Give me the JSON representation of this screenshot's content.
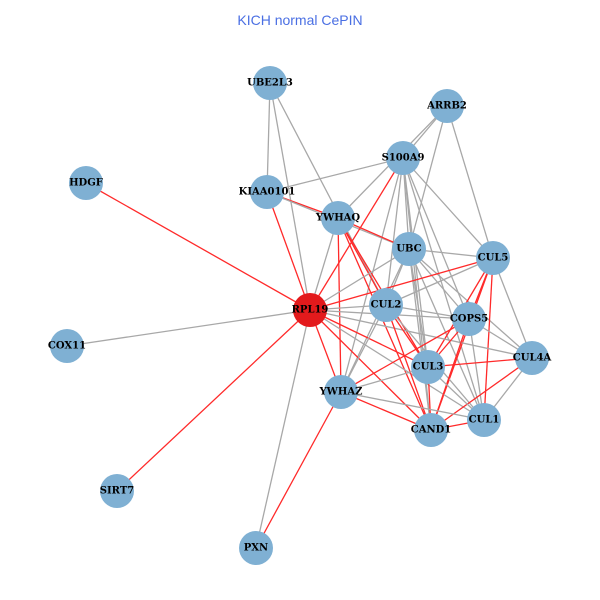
{
  "title": "KICH normal CePIN",
  "colors": {
    "node": "#7fb0d3",
    "hub": "#e31a1c",
    "edge_gray": "#a8a8a8",
    "edge_red": "#ff2a2a"
  },
  "hub": "RPL19",
  "nodes": [
    "UBE2L3",
    "ARRB2",
    "S100A9",
    "KIAA0101",
    "YWHAQ",
    "UBC",
    "CUL5",
    "RPL19",
    "CUL2",
    "COPS5",
    "CUL4A",
    "CUL3",
    "YWHAZ",
    "CUL1",
    "CAND1",
    "HDGF",
    "COX11",
    "SIRT7",
    "PXN"
  ],
  "edges": [
    [
      "UBE2L3",
      "KIAA0101",
      "gray"
    ],
    [
      "UBE2L3",
      "RPL19",
      "gray"
    ],
    [
      "UBE2L3",
      "CUL2",
      "gray"
    ],
    [
      "KIAA0101",
      "S100A9",
      "gray"
    ],
    [
      "KIAA0101",
      "YWHAQ",
      "red"
    ],
    [
      "KIAA0101",
      "UBC",
      "gray"
    ],
    [
      "KIAA0101",
      "RPL19",
      "red"
    ],
    [
      "ARRB2",
      "S100A9",
      "gray"
    ],
    [
      "ARRB2",
      "UBC",
      "gray"
    ],
    [
      "ARRB2",
      "CUL5",
      "gray"
    ],
    [
      "ARRB2",
      "YWHAQ",
      "gray"
    ],
    [
      "S100A9",
      "RPL19",
      "red"
    ],
    [
      "S100A9",
      "YWHAZ",
      "gray"
    ],
    [
      "S100A9",
      "UBC",
      "gray"
    ],
    [
      "S100A9",
      "CUL3",
      "gray"
    ],
    [
      "S100A9",
      "COPS5",
      "gray"
    ],
    [
      "S100A9",
      "CUL5",
      "gray"
    ],
    [
      "S100A9",
      "CUL2",
      "gray"
    ],
    [
      "S100A9",
      "CAND1",
      "gray"
    ],
    [
      "S100A9",
      "CUL1",
      "gray"
    ],
    [
      "YWHAQ",
      "UBC",
      "red"
    ],
    [
      "YWHAQ",
      "CUL2",
      "red"
    ],
    [
      "YWHAQ",
      "CAND1",
      "red"
    ],
    [
      "YWHAQ",
      "YWHAZ",
      "red"
    ],
    [
      "YWHAQ",
      "RPL19",
      "gray"
    ],
    [
      "YWHAQ",
      "CUL3",
      "red"
    ],
    [
      "UBC",
      "CUL5",
      "gray"
    ],
    [
      "UBC",
      "RPL19",
      "gray"
    ],
    [
      "UBC",
      "CUL2",
      "gray"
    ],
    [
      "UBC",
      "COPS5",
      "gray"
    ],
    [
      "UBC",
      "CUL3",
      "gray"
    ],
    [
      "UBC",
      "CUL1",
      "gray"
    ],
    [
      "UBC",
      "CAND1",
      "gray"
    ],
    [
      "UBC",
      "CUL4A",
      "gray"
    ],
    [
      "UBC",
      "YWHAZ",
      "gray"
    ],
    [
      "CUL5",
      "RPL19",
      "red"
    ],
    [
      "CUL5",
      "COPS5",
      "red"
    ],
    [
      "CUL5",
      "CUL3",
      "red"
    ],
    [
      "CUL5",
      "CUL1",
      "red"
    ],
    [
      "CUL5",
      "CUL4A",
      "gray"
    ],
    [
      "CUL5",
      "CAND1",
      "red"
    ],
    [
      "CUL5",
      "CUL2",
      "gray"
    ],
    [
      "RPL19",
      "CUL2",
      "gray"
    ],
    [
      "RPL19",
      "COPS5",
      "gray"
    ],
    [
      "RPL19",
      "CUL3",
      "red"
    ],
    [
      "RPL19",
      "CAND1",
      "red"
    ],
    [
      "RPL19",
      "YWHAZ",
      "red"
    ],
    [
      "RPL19",
      "CUL4A",
      "gray"
    ],
    [
      "RPL19",
      "CUL1",
      "gray"
    ],
    [
      "RPL19",
      "HDGF",
      "red"
    ],
    [
      "RPL19",
      "COX11",
      "gray"
    ],
    [
      "RPL19",
      "SIRT7",
      "red"
    ],
    [
      "RPL19",
      "PXN",
      "gray"
    ],
    [
      "CUL2",
      "COPS5",
      "gray"
    ],
    [
      "CUL2",
      "CUL3",
      "red"
    ],
    [
      "CUL2",
      "CAND1",
      "red"
    ],
    [
      "CUL2",
      "YWHAZ",
      "gray"
    ],
    [
      "CUL2",
      "CUL1",
      "gray"
    ],
    [
      "COPS5",
      "CUL3",
      "red"
    ],
    [
      "COPS5",
      "CUL4A",
      "gray"
    ],
    [
      "COPS5",
      "CUL1",
      "gray"
    ],
    [
      "COPS5",
      "CAND1",
      "red"
    ],
    [
      "COPS5",
      "YWHAZ",
      "red"
    ],
    [
      "CUL4A",
      "CUL3",
      "red"
    ],
    [
      "CUL4A",
      "CUL1",
      "gray"
    ],
    [
      "CUL4A",
      "CAND1",
      "red"
    ],
    [
      "CUL3",
      "YWHAZ",
      "gray"
    ],
    [
      "CUL3",
      "CAND1",
      "red"
    ],
    [
      "CUL3",
      "CUL1",
      "gray"
    ],
    [
      "YWHAZ",
      "CAND1",
      "red"
    ],
    [
      "YWHAZ",
      "CUL1",
      "gray"
    ],
    [
      "YWHAZ",
      "PXN",
      "red"
    ],
    [
      "CUL1",
      "CAND1",
      "red"
    ]
  ]
}
